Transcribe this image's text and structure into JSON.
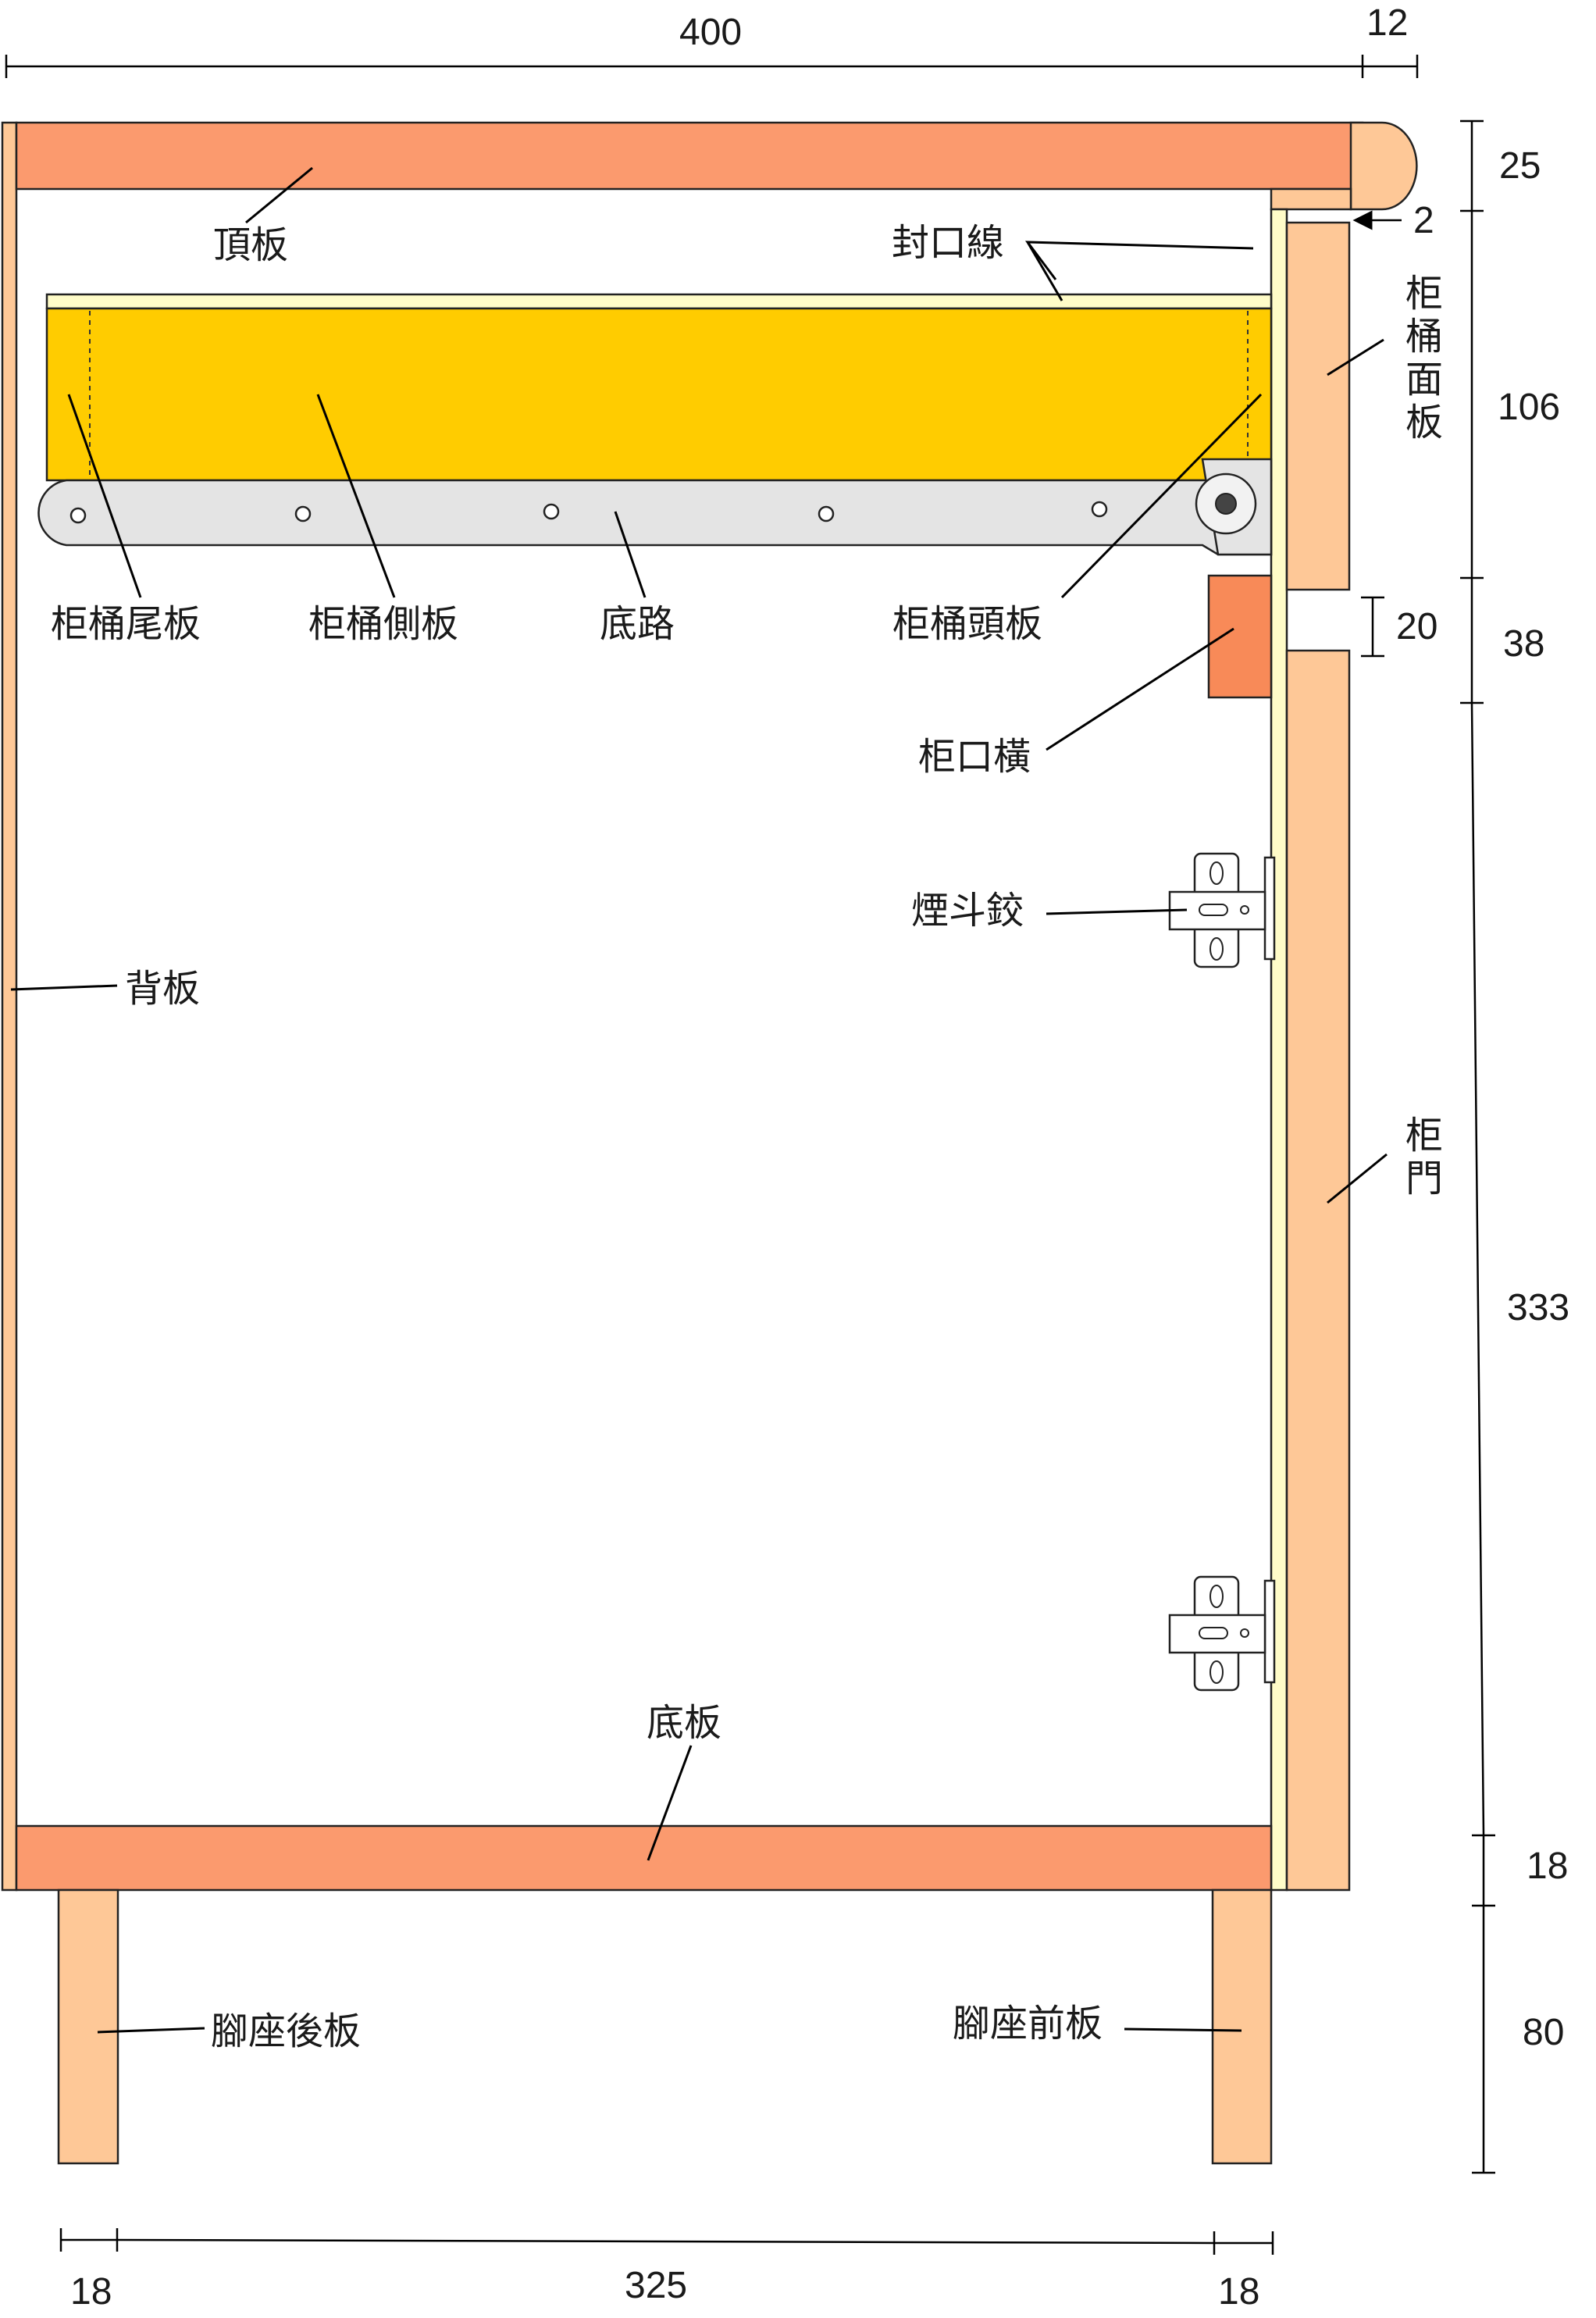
{
  "colors": {
    "panel_dark": "#fb9a6e",
    "panel_light": "#fec897",
    "edge_band": "#fffcc8",
    "drawer_box": "#ffcc00",
    "runner": "#e4e4e4",
    "cross_rail": "#f88a58"
  },
  "labels": {
    "top_panel": "頂板",
    "edge_banding": "封口線",
    "drawer_front": [
      "柜",
      "桶",
      "面",
      "板"
    ],
    "drawer_back": "柜桶尾板",
    "drawer_side": "柜桶側板",
    "runner": "底路",
    "drawer_head": "柜桶頭板",
    "cross_rail": "柜口橫",
    "hinge": "煙斗鉸",
    "back_panel": "背板",
    "door": [
      "柜",
      "門"
    ],
    "bottom_panel": "底板",
    "plinth_back": "腳座後板",
    "plinth_front": "腳座前板"
  },
  "dimensions": {
    "overall_depth": "400",
    "door_thickness": "12",
    "top_panel": "25",
    "gap": "2",
    "drawer_front_height": "106",
    "rail_gap": "20",
    "rail_zone": "38",
    "door_height": "333",
    "bottom_panel": "18",
    "plinth_height": "80",
    "plinth_left": "18",
    "plinth_span": "325",
    "plinth_right": "18"
  }
}
